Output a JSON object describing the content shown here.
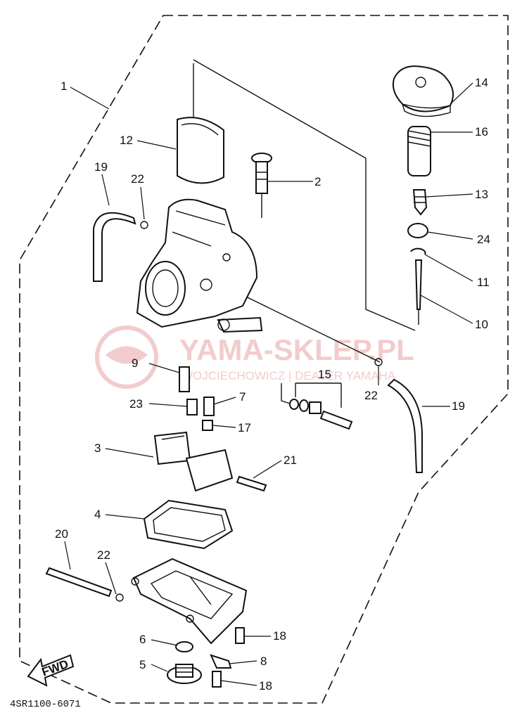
{
  "diagram": {
    "callouts": [
      "1",
      "2",
      "3",
      "4",
      "5",
      "6",
      "7",
      "8",
      "9",
      "10",
      "11",
      "12",
      "13",
      "14",
      "15",
      "16",
      "17",
      "18",
      "19",
      "20",
      "21",
      "22",
      "23",
      "24"
    ],
    "labels": {
      "c1": "1",
      "c2": "2",
      "c3": "3",
      "c4": "4",
      "c5": "5",
      "c6": "6",
      "c7": "7",
      "c8": "8",
      "c9": "9",
      "c10": "10",
      "c11": "11",
      "c12": "12",
      "c13": "13",
      "c14": "14",
      "c15": "15",
      "c16": "16",
      "c17": "17",
      "c18a": "18",
      "c18b": "18",
      "c19a": "19",
      "c19b": "19",
      "c20": "20",
      "c21": "21",
      "c22a": "22",
      "c22b": "22",
      "c22c": "22",
      "c23": "23",
      "c24": "24"
    },
    "fwd_label": "FWD",
    "drawing_code": "4SR1100-6071",
    "watermark": {
      "title": "YAMA-SKLEP.PL",
      "subtitle": "WOJCIECHOWICZ | DEALER YAMAHA",
      "color": "#e8a3a3"
    }
  }
}
